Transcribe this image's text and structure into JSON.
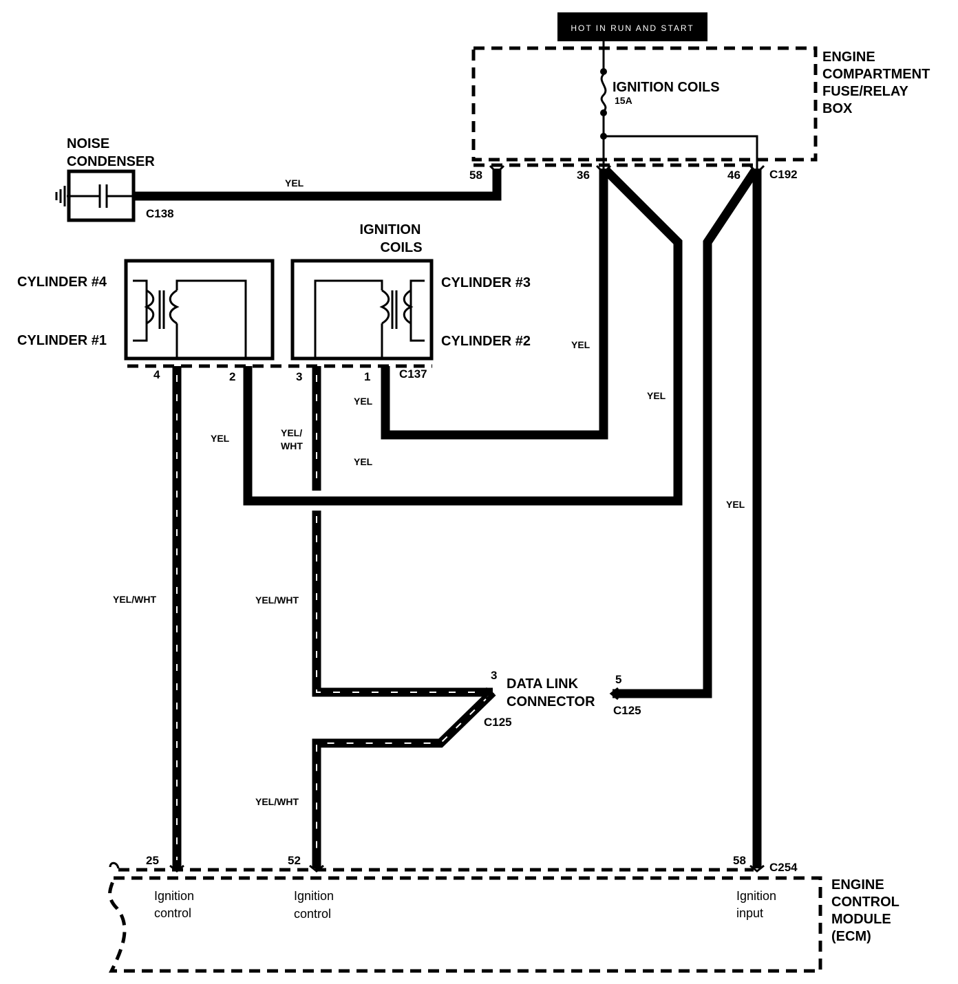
{
  "power_label": "HOT IN RUN AND START",
  "fuse_box": {
    "title": [
      "ENGINE",
      "COMPARTMENT",
      "FUSE/RELAY",
      "BOX"
    ],
    "fuse_name": "IGNITION COILS",
    "fuse_rating": "15A"
  },
  "noise_condenser": {
    "title": [
      "NOISE",
      "CONDENSER"
    ],
    "connector": "C138"
  },
  "ignition_coils": {
    "title": [
      "IGNITION",
      "COILS"
    ],
    "connector": "C137",
    "outputs": [
      "CYLINDER #4",
      "CYLINDER #1",
      "CYLINDER #3",
      "CYLINDER #2"
    ],
    "pins": [
      "4",
      "2",
      "3",
      "1"
    ]
  },
  "c192": {
    "connector": "C192",
    "pins": [
      "58",
      "36",
      "46"
    ]
  },
  "data_link": {
    "title": [
      "DATA LINK",
      "CONNECTOR"
    ],
    "pin_left": "3",
    "pin_right": "5",
    "connector_left": "C125",
    "connector_right": "C125"
  },
  "ecm": {
    "title": [
      "ENGINE",
      "CONTROL",
      "MODULE",
      "(ECM)"
    ],
    "connector": "C254",
    "pins": [
      "25",
      "52",
      "58"
    ],
    "functions": [
      [
        "Ignition",
        "control"
      ],
      [
        "Ignition",
        "control"
      ],
      [
        "Ignition",
        "input"
      ]
    ]
  },
  "wire_labels": {
    "yel": "YEL",
    "yel_wht": "YEL/WHT",
    "yel_wht_split": [
      "YEL/",
      "WHT"
    ]
  }
}
